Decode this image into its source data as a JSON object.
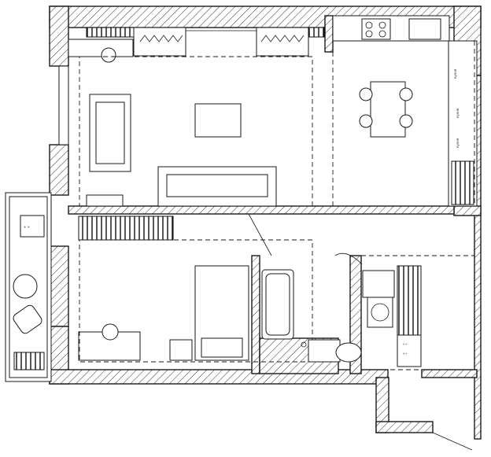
{
  "plan": {
    "kitchen_labels": [
      "кухня",
      "кухня",
      "кухня"
    ],
    "colors": {
      "ink": "#1a1a1a",
      "hatch": "#333333",
      "background": "#ffffff"
    },
    "rooms": [
      "living-room",
      "kitchen-dining",
      "bedroom",
      "bathroom",
      "laundry-hall",
      "balcony"
    ]
  }
}
